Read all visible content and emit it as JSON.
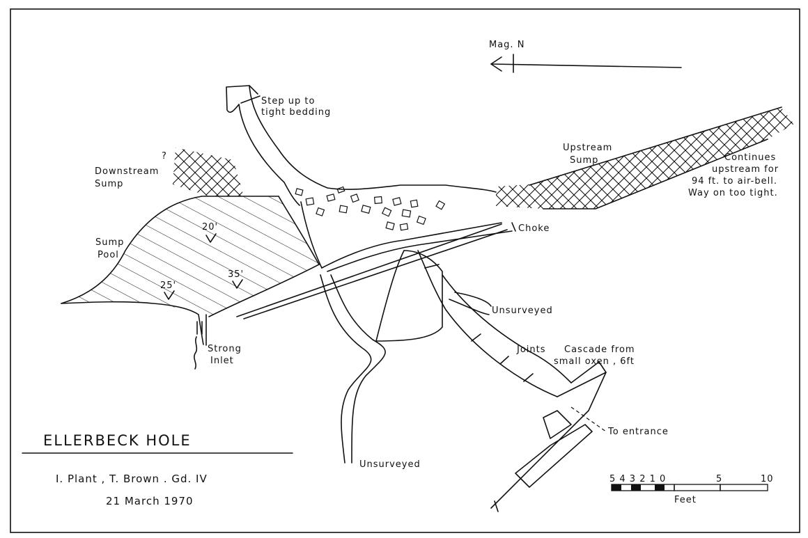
{
  "title": "ELLERBECK   HOLE",
  "surveyors": "I. Plant ,  T. Brown .   Gd. IV",
  "date": "21  March  1970",
  "north_label": "Mag. N",
  "labels": {
    "step_up": [
      "Step up to",
      "tight bedding"
    ],
    "downstream_sump": [
      "Downstream",
      "Sump"
    ],
    "question_mark": "?",
    "sump_pool": [
      "Sump",
      "Pool"
    ],
    "upstream_sump": [
      "Upstream",
      "Sump"
    ],
    "continues": [
      "Continues",
      "upstream for",
      "94 ft. to air-bell.",
      "Way on too tight."
    ],
    "choke": "Choke",
    "unsurveyed_east": "Unsurveyed",
    "unsurveyed_south": "Unsurveyed",
    "strong_inlet": [
      "Strong",
      "Inlet"
    ],
    "joints": "Joints",
    "cascade": [
      "Cascade  from",
      "small oxen , 6ft"
    ],
    "to_entrance": "To entrance"
  },
  "depths": [
    "20'",
    "35'",
    "25'"
  ],
  "scale_bar": {
    "ticks": [
      "5 4 3 2 1 0",
      "5",
      "10"
    ],
    "unit": "Feet"
  }
}
